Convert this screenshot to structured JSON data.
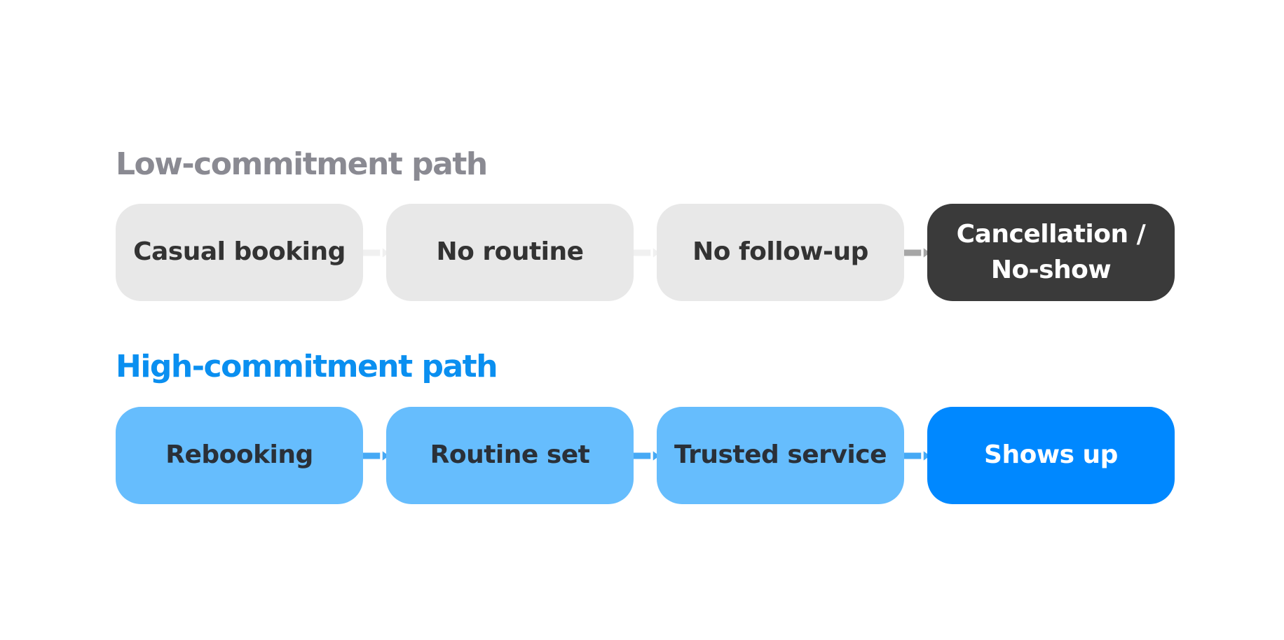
{
  "colors": {
    "low_title": "#8a8a92",
    "high_title": "#0a8ff0",
    "low_node_bg": "#e8e8e8",
    "low_node_text": "#333333",
    "low_final_bg": "#3a3a3a",
    "low_final_text": "#ffffff",
    "high_node_bg": "#66bdfd",
    "high_node_text": "#2a3038",
    "high_final_bg": "#0088ff",
    "high_final_text": "#ffffff",
    "low_connector": "#f0f0f0",
    "low_connector_final": "#a6a6a6",
    "high_connector": "#46a9f5",
    "arrowhead_stroke": "#ffffff"
  },
  "low_path": {
    "title": "Low-commitment path",
    "steps": [
      "Casual booking",
      "No routine",
      "No follow-up",
      "Cancellation /\nNo-show"
    ]
  },
  "high_path": {
    "title": "High-commitment path",
    "steps": [
      "Rebooking",
      "Routine set",
      "Trusted service",
      "Shows up"
    ]
  }
}
